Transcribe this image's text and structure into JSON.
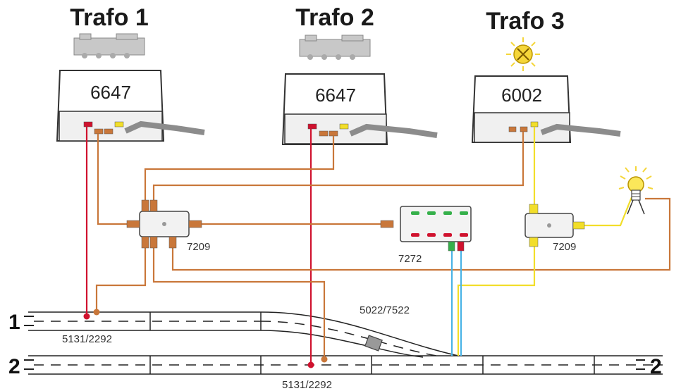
{
  "transformers": [
    {
      "title": "Trafo 1",
      "model": "6647",
      "icon": "locomotive-icon"
    },
    {
      "title": "Trafo 2",
      "model": "6647",
      "icon": "locomotive-icon"
    },
    {
      "title": "Trafo 3",
      "model": "6002",
      "icon": "lamp-icon"
    }
  ],
  "parts": {
    "distributor_left": "7209",
    "distributor_right": "7209",
    "switch_panel": "7272",
    "turnout": "5022/7522",
    "track_feed_1": "5131/2292",
    "track_feed_2": "5131/2292"
  },
  "tracks": {
    "track_1_left": "1",
    "track_2_left": "2",
    "track_2_right": "2"
  },
  "wire_colors": {
    "red": "#d0122e",
    "brown": "#c9773a",
    "yellow": "#f2de2a",
    "blue": "#4ab3e6",
    "green": "#35b04a"
  }
}
